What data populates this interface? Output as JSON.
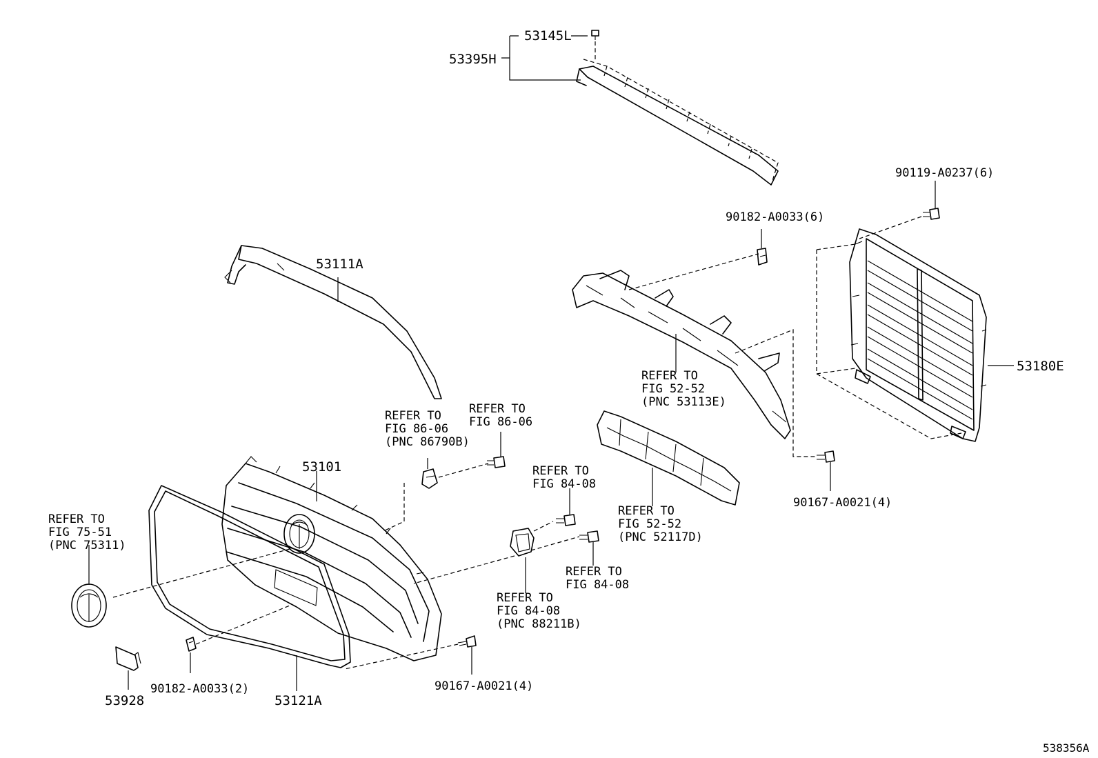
{
  "diagram_id": "538356A",
  "callouts": {
    "strip_screw": "53145L",
    "upper_strip": "53395H",
    "upper_moulding": "53111A",
    "grille": "53101",
    "grille_frame": "53121A",
    "emblem_cover": "53928",
    "clip_left": "90182-A0033(2)",
    "screw_lower": "90167-A0021(4)",
    "clip_upper": "90182-A0033(6)",
    "bolt_upper": "90119-A0237(6)",
    "shutter": "53180E",
    "screw_right": "90167-A0021(4)"
  },
  "references": {
    "emblem": [
      "REFER TO",
      "FIG 75-51",
      "(PNC 75311)"
    ],
    "sensor": [
      "REFER TO",
      "FIG 86-06",
      "(PNC 86790B)"
    ],
    "sensor_bolt": [
      "REFER TO",
      "FIG 86-06"
    ],
    "radar_bolt_top": [
      "REFER TO",
      "FIG 84-08"
    ],
    "radar_bolt_bottom": [
      "REFER TO",
      "FIG 84-08"
    ],
    "radar": [
      "REFER TO",
      "FIG 84-08",
      "(PNC 88211B)"
    ],
    "upper_support": [
      "REFER TO",
      "FIG 52-52",
      "(PNC 53113E)"
    ],
    "lower_support": [
      "REFER TO",
      "FIG 52-52",
      "(PNC 52117D)"
    ]
  }
}
